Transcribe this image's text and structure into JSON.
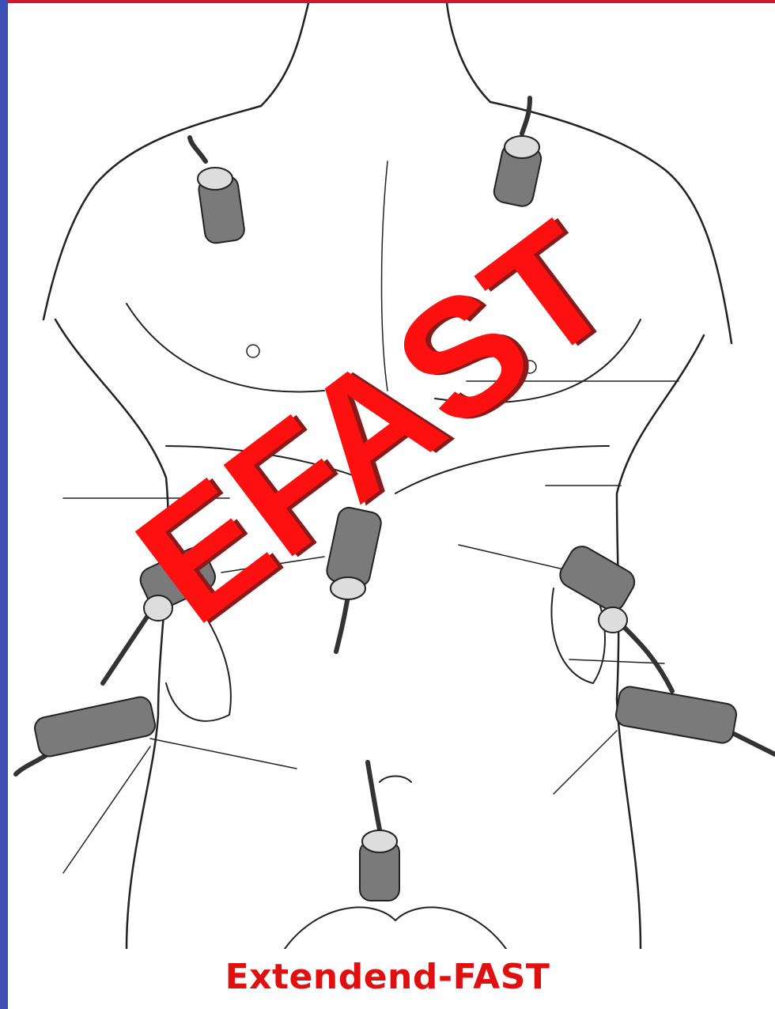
{
  "watermark": {
    "text": "EFAST",
    "color": "#ff1010"
  },
  "caption": {
    "text": "Extendend-FAST",
    "color": "#e01010"
  },
  "frame": {
    "left_border_color": "#3d4fb0",
    "top_border_color": "#cc1a2a"
  },
  "illustration": {
    "subject": "torso-outline",
    "probes": [
      "probe-right-chest",
      "probe-left-chest",
      "probe-subxiphoid",
      "probe-right-flank-upper",
      "probe-left-flank-upper",
      "probe-right-flank-lower",
      "probe-left-flank-lower",
      "probe-pelvic"
    ]
  }
}
